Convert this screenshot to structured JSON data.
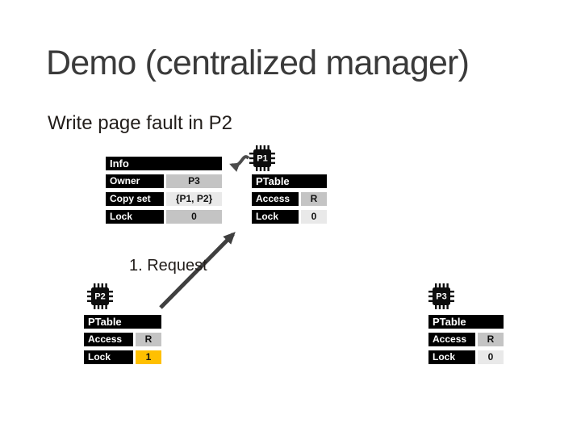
{
  "slide": {
    "title": "Demo (centralized manager)",
    "subtitle": "Write page fault in P2",
    "annotation": "1. Request"
  },
  "info_table": {
    "header": "Info",
    "rows": [
      {
        "label": "Owner",
        "value": "P3"
      },
      {
        "label": "Copy set",
        "value": "{P1, P2}"
      },
      {
        "label": "Lock",
        "value": "0"
      }
    ]
  },
  "p1": {
    "chip_label": "P1",
    "table": {
      "header": "PTable",
      "rows": [
        {
          "label": "Access",
          "value": "R"
        },
        {
          "label": "Lock",
          "value": "0"
        }
      ]
    }
  },
  "p2": {
    "chip_label": "P2",
    "table": {
      "header": "PTable",
      "rows": [
        {
          "label": "Access",
          "value": "R"
        },
        {
          "label": "Lock",
          "value": "1"
        }
      ]
    }
  },
  "p3": {
    "chip_label": "P3",
    "table": {
      "header": "PTable",
      "rows": [
        {
          "label": "Access",
          "value": "R"
        },
        {
          "label": "Lock",
          "value": "0"
        }
      ]
    }
  },
  "colors": {
    "table_header_bg": "#000000",
    "table_header_text": "#ffffff",
    "cell_shade_dark": "#c4c4c4",
    "cell_shade_light": "#e9e9e9",
    "lock_highlight": "#ffc000",
    "arrow": "#3f3f3f",
    "title_text": "#3a3a3a",
    "body_text": "#221d1a"
  }
}
